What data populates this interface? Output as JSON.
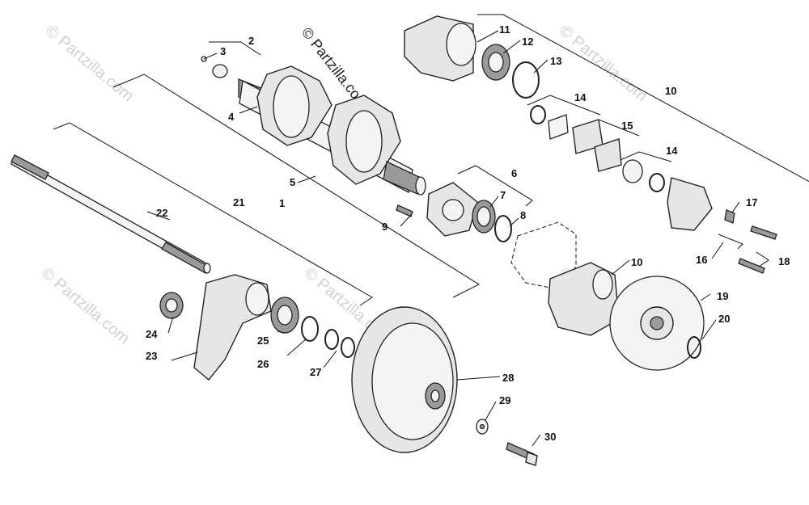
{
  "watermark": {
    "main": "© Partzilla.com",
    "repeat": "© Partzilla.com"
  },
  "callouts": {
    "c1": "1",
    "c2": "2",
    "c3": "3",
    "c4": "4",
    "c5": "5",
    "c6": "6",
    "c7": "7",
    "c8": "8",
    "c9": "9",
    "c10a": "10",
    "c10b": "10",
    "c11": "11",
    "c12": "12",
    "c13": "13",
    "c14a": "14",
    "c14b": "14",
    "c15": "15",
    "c16": "16",
    "c17": "17",
    "c18": "18",
    "c19": "19",
    "c20": "20",
    "c21": "21",
    "c22": "22",
    "c23": "23",
    "c24": "24",
    "c25": "25",
    "c26": "26",
    "c27": "27",
    "c28": "28",
    "c29": "29",
    "c30": "30"
  }
}
